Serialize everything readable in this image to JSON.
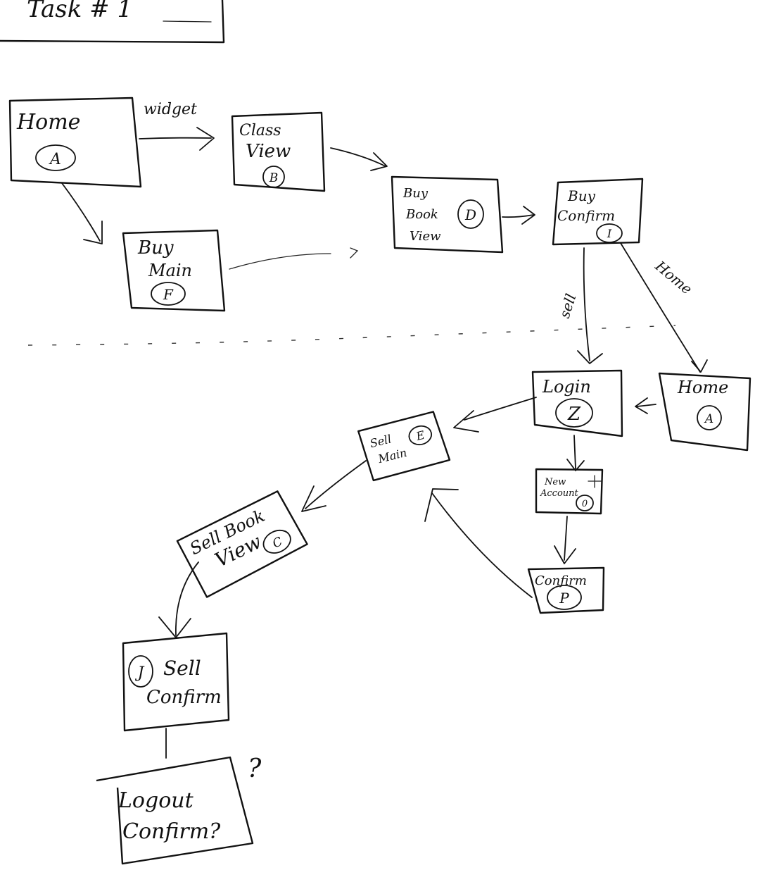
{
  "header": {
    "task_label": "Task # 1"
  },
  "nodes": {
    "home_a": {
      "lines": [
        "Home"
      ],
      "badge": "A"
    },
    "class_view": {
      "lines": [
        "Class",
        "View"
      ],
      "badge": "B"
    },
    "buy_main": {
      "lines": [
        "Buy",
        "Main"
      ],
      "badge": "F"
    },
    "buy_book_view": {
      "lines": [
        "Buy",
        "Book",
        "View"
      ],
      "badge": "D"
    },
    "buy_confirm": {
      "lines": [
        "Buy",
        "Confirm"
      ],
      "badge": "I"
    },
    "login": {
      "lines": [
        "Login"
      ],
      "badge": "Z"
    },
    "home_a2": {
      "lines": [
        "Home"
      ],
      "badge": "A"
    },
    "sell_main": {
      "lines": [
        "Sell",
        "Main"
      ],
      "badge": "E"
    },
    "new_account": {
      "lines": [
        "New",
        "Account"
      ],
      "badge": "0"
    },
    "confirm": {
      "lines": [
        "Confirm"
      ],
      "badge": "P"
    },
    "sell_book_view": {
      "lines": [
        "Sell Book",
        "View"
      ],
      "badge": "C"
    },
    "sell_confirm": {
      "lines": [
        "Sell",
        "Confirm"
      ],
      "badge": "J"
    },
    "logout_confirm": {
      "lines": [
        "Logout",
        "Confirm?"
      ],
      "side_mark": "?"
    }
  },
  "edge_labels": {
    "widget": "widget",
    "sell": "sell",
    "home": "Home"
  }
}
